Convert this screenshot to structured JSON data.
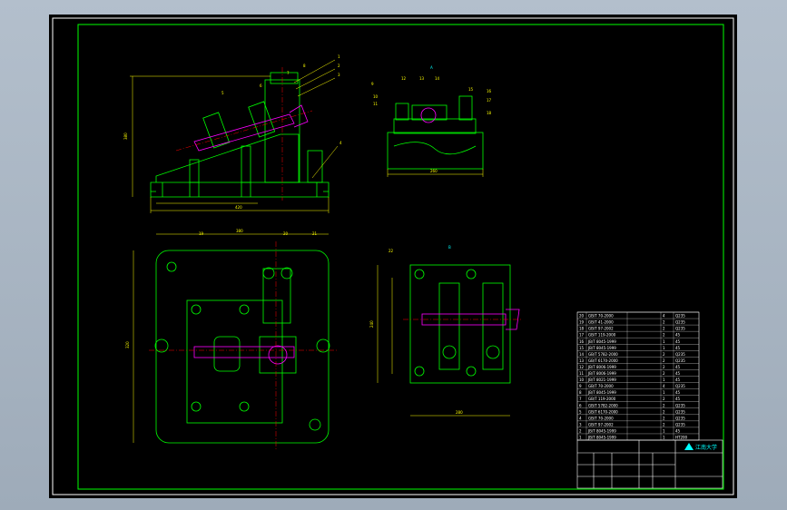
{
  "title_block": {
    "school": "江南大学",
    "logo_icon": "triangle-logo-icon"
  },
  "views": {
    "front": {
      "dim_width": "420",
      "dim_height": "380"
    },
    "side": {
      "dim_width": "260",
      "view_label": "A"
    },
    "top": {
      "dim_width": "380",
      "dim_height": "320"
    },
    "section_b": {
      "view_label": "B",
      "dim_width": "280",
      "dim_height": "240"
    }
  },
  "balloons": {
    "front": [
      "1",
      "2",
      "3",
      "4",
      "5",
      "6",
      "7",
      "8"
    ],
    "side": [
      "9",
      "10",
      "11",
      "12",
      "13",
      "14",
      "15",
      "16",
      "17",
      "18"
    ],
    "top": [
      "19",
      "20",
      "21"
    ],
    "section_b": [
      "22"
    ]
  },
  "colors": {
    "sheet": "#000000",
    "border": "#00ff00",
    "part": "#00ff00",
    "dimension": "#ffff00",
    "centerline": "#ff0000",
    "highlight": "#ff00ff",
    "hidden": "#00ffff"
  },
  "bom": {
    "rows": [
      {
        "no": "20",
        "code": "GB/T 70-2000",
        "qty": "4",
        "mat": "Q235"
      },
      {
        "no": "19",
        "code": "GB/T 41-2000",
        "qty": "2",
        "mat": "Q235"
      },
      {
        "no": "18",
        "code": "GB/T 97-2002",
        "qty": "2",
        "mat": "Q235"
      },
      {
        "no": "17",
        "code": "GB/T 119-2000",
        "qty": "2",
        "mat": "45"
      },
      {
        "no": "16",
        "code": "JB/T 8045-1999",
        "qty": "1",
        "mat": "45"
      },
      {
        "no": "15",
        "code": "JB/T 8045-1999",
        "qty": "1",
        "mat": "45"
      },
      {
        "no": "14",
        "code": "GB/T 5782-2000",
        "qty": "2",
        "mat": "Q235"
      },
      {
        "no": "13",
        "code": "GB/T 6170-2000",
        "qty": "2",
        "mat": "Q235"
      },
      {
        "no": "12",
        "code": "JB/T 8006-1999",
        "qty": "2",
        "mat": "45"
      },
      {
        "no": "11",
        "code": "JB/T 8006-1999",
        "qty": "2",
        "mat": "45"
      },
      {
        "no": "10",
        "code": "JB/T 8021-1999",
        "qty": "1",
        "mat": "45"
      },
      {
        "no": "9",
        "code": "GB/T 70-2000",
        "qty": "4",
        "mat": "Q235"
      },
      {
        "no": "8",
        "code": "JB/T 8045-1999",
        "qty": "1",
        "mat": "45"
      },
      {
        "no": "7",
        "code": "GB/T 119-2000",
        "qty": "2",
        "mat": "45"
      },
      {
        "no": "6",
        "code": "GB/T 5782-2000",
        "qty": "2",
        "mat": "Q235"
      },
      {
        "no": "5",
        "code": "GB/T 6170-2000",
        "qty": "2",
        "mat": "Q235"
      },
      {
        "no": "4",
        "code": "GB/T 70-2000",
        "qty": "2",
        "mat": "Q235"
      },
      {
        "no": "3",
        "code": "GB/T 97-2002",
        "qty": "2",
        "mat": "Q235"
      },
      {
        "no": "2",
        "code": "JB/T 8045-1999",
        "qty": "1",
        "mat": "45"
      },
      {
        "no": "1",
        "code": "JB/T 8045-1999",
        "qty": "1",
        "mat": "HT200"
      }
    ]
  }
}
